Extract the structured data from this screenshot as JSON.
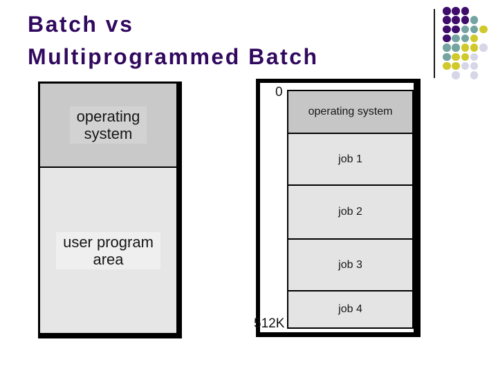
{
  "slide": {
    "title_lines": [
      "Batch vs",
      "Multiprogrammed Batch"
    ],
    "title_color": "#31095e",
    "background": "#ffffff"
  },
  "batch_diagram": {
    "sections": [
      {
        "id": "operating-system",
        "lines": [
          "operating",
          "system"
        ],
        "fill": "#c9c9c9"
      },
      {
        "id": "user-program-area",
        "lines": [
          "user program",
          "area"
        ],
        "fill": "#e6e6e6"
      }
    ]
  },
  "multiprogrammed_diagram": {
    "address_top": "0",
    "address_bottom": "512K",
    "sections": [
      {
        "label": "operating system",
        "fill": "#c6c6c6",
        "height": 60
      },
      {
        "label": "job 1",
        "fill": "#e4e4e4",
        "height": 73
      },
      {
        "label": "job 2",
        "fill": "#e4e4e4",
        "height": 76
      },
      {
        "label": "job 3",
        "fill": "#e4e4e4",
        "height": 73
      },
      {
        "label": "job 4",
        "fill": "#e4e4e4",
        "height": 0
      }
    ]
  },
  "decoration": {
    "dot_grid": [
      "PPP..",
      "PPPT.",
      "PPTTY",
      "PTTY.",
      "TTYYL",
      "TYYL.",
      "YYLL.",
      ".L.L."
    ],
    "dot_colors": {
      "P": "#3e0d6b",
      "T": "#74a4a1",
      "Y": "#d0c92c",
      "L": "#d6d6e8"
    },
    "line_color": "#151515"
  }
}
